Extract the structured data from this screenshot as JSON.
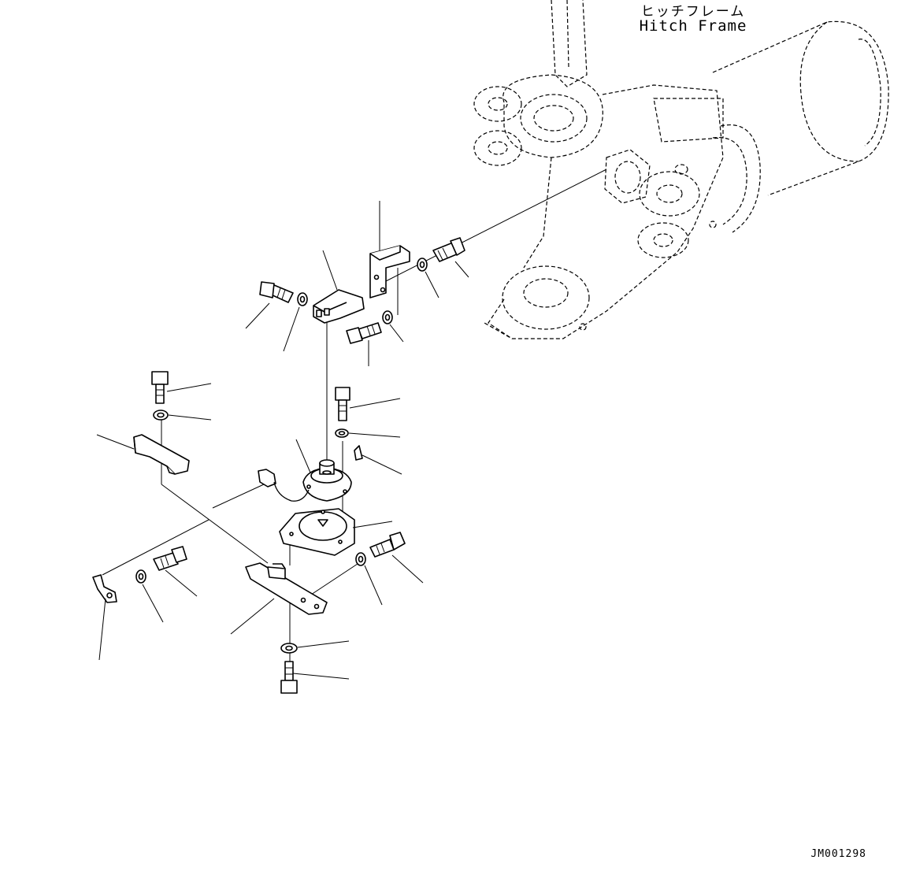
{
  "labels": {
    "hitch_frame_jp": "ヒッチフレーム",
    "hitch_frame_en": "Hitch Frame",
    "drawing_code": "JM001298"
  },
  "colors": {
    "ink": "#000000",
    "background": "#ffffff"
  },
  "icons": [
    "bolt-icon",
    "washer-icon",
    "bracket-icon",
    "sensor-icon",
    "cover-plate-icon",
    "connector-icon",
    "clip-icon",
    "key-icon"
  ]
}
